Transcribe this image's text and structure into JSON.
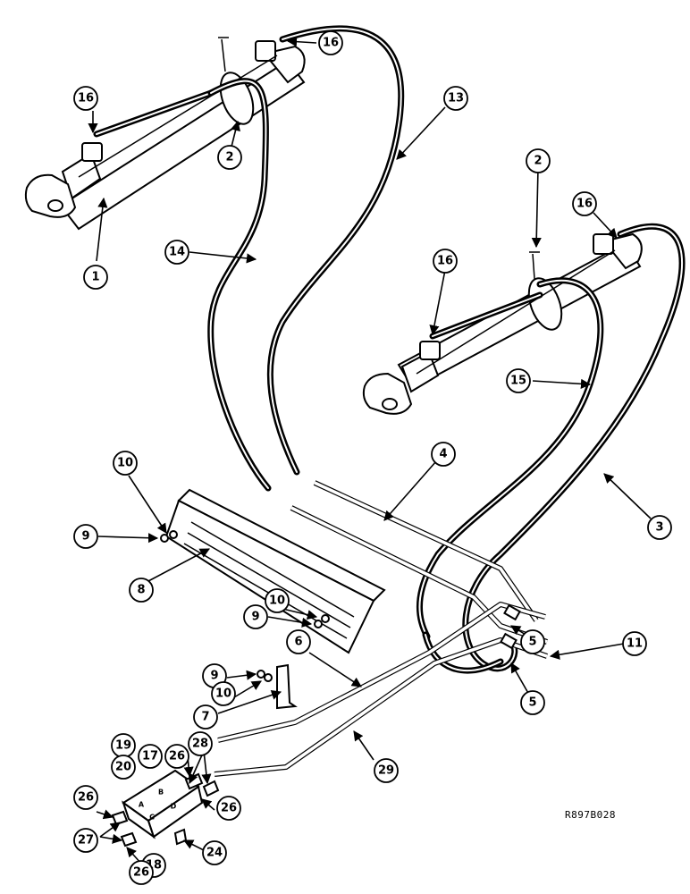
{
  "figure": {
    "reference_code": "R897B028",
    "callouts": [
      "1",
      "2",
      "2",
      "3",
      "4",
      "5",
      "5",
      "6",
      "7",
      "8",
      "9",
      "9",
      "9",
      "10",
      "10",
      "10",
      "11",
      "13",
      "14",
      "15",
      "16",
      "16",
      "16",
      "16",
      "17",
      "18",
      "19",
      "20",
      "24",
      "26",
      "26",
      "26",
      "26",
      "27",
      "28",
      "29"
    ]
  },
  "valve_block_letters": [
    "A",
    "B",
    "C",
    "D"
  ]
}
